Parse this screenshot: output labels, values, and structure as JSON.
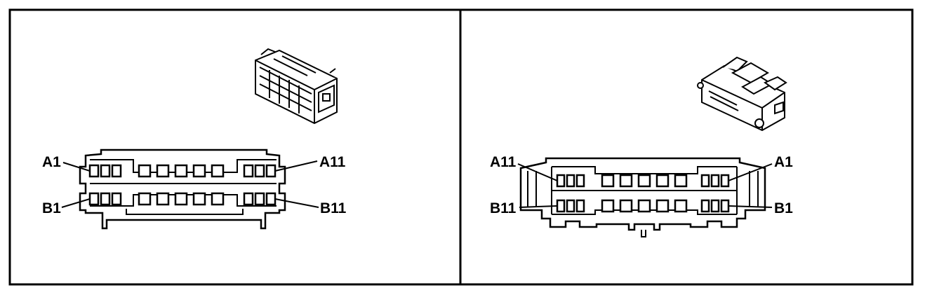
{
  "panels": [
    {
      "id": "left",
      "pin_labels": {
        "top_left": "A1",
        "top_right": "A11",
        "bottom_left": "B1",
        "bottom_right": "B11"
      }
    },
    {
      "id": "right",
      "pin_labels": {
        "top_left": "A11",
        "top_right": "A1",
        "bottom_left": "B11",
        "bottom_right": "B1"
      }
    }
  ]
}
